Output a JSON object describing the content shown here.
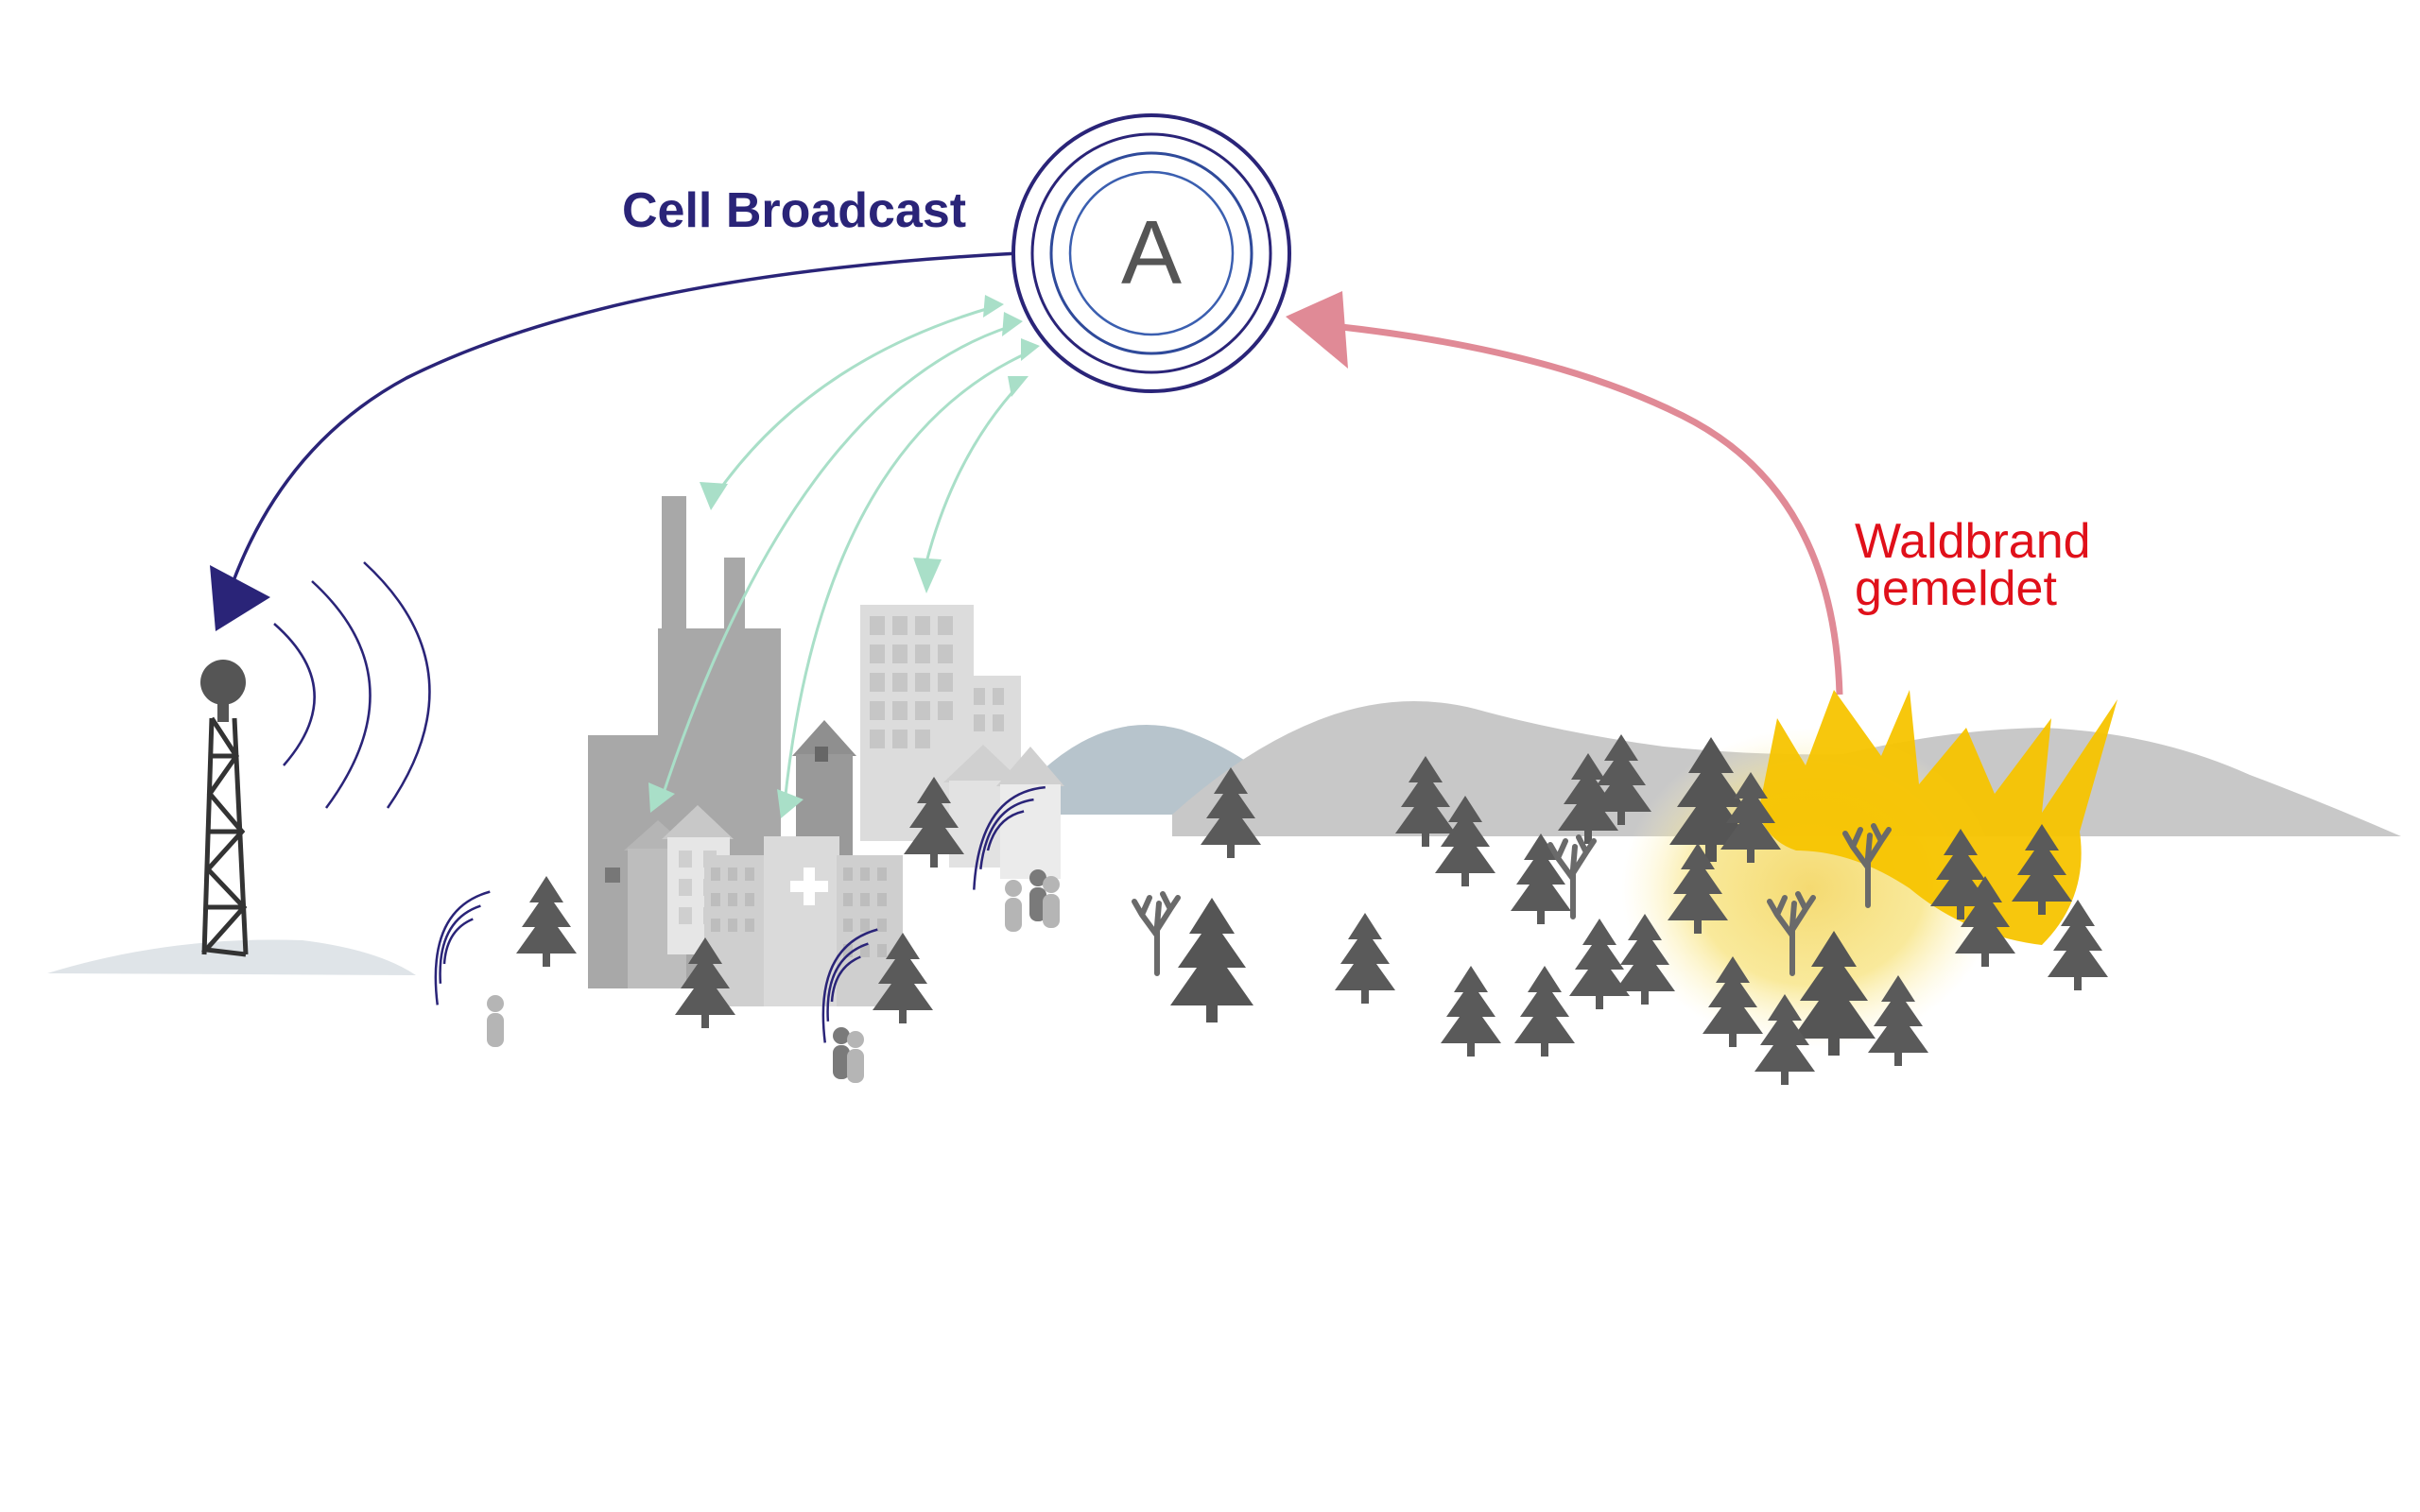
{
  "labels": {
    "cell_broadcast": "Cell Broadcast",
    "hub_letter": "A",
    "fire_line1": "Waldbrand",
    "fire_line2": "gemeldet"
  },
  "colors": {
    "navy": "#2a2478",
    "hub_ring": "#2f3f8f",
    "green_arrow": "#a9dfc8",
    "pink_arrow": "#e08a96",
    "fire_text": "#e0101a",
    "tree": "#5a5a5a",
    "mountain": "#c8c8c8",
    "mountain_blue": "#b7c4cc",
    "building_dark": "#a8a8a8",
    "building_light": "#d4d4d4",
    "flame": "#f7c400"
  },
  "icons": {
    "hub": "alert-hub-icon",
    "tower": "cell-tower-icon",
    "fire": "fire-icon",
    "person": "person-icon",
    "tree": "tree-icon"
  }
}
